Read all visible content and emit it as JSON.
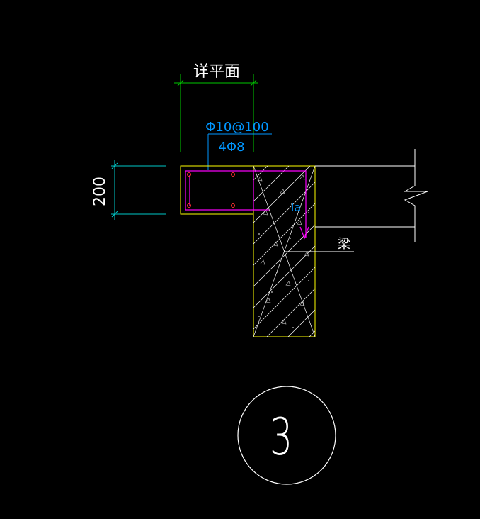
{
  "drawing": {
    "dim_width_label": "详平面",
    "dim_height_label": "200",
    "stirrup_label": "Φ10@100",
    "longitudinal_label": "4Φ8",
    "anchorage_label": "la",
    "beam_label": "梁",
    "detail_number": "3"
  },
  "colors": {
    "background": "#000000",
    "dimension": "#00c800",
    "dimension_height": "#00c8c8",
    "annotation": "#0096ff",
    "rebar": "#ff00ff",
    "concrete_outline": "#ffff00",
    "rebar_dot": "#ff0000",
    "line": "#ffffff"
  }
}
